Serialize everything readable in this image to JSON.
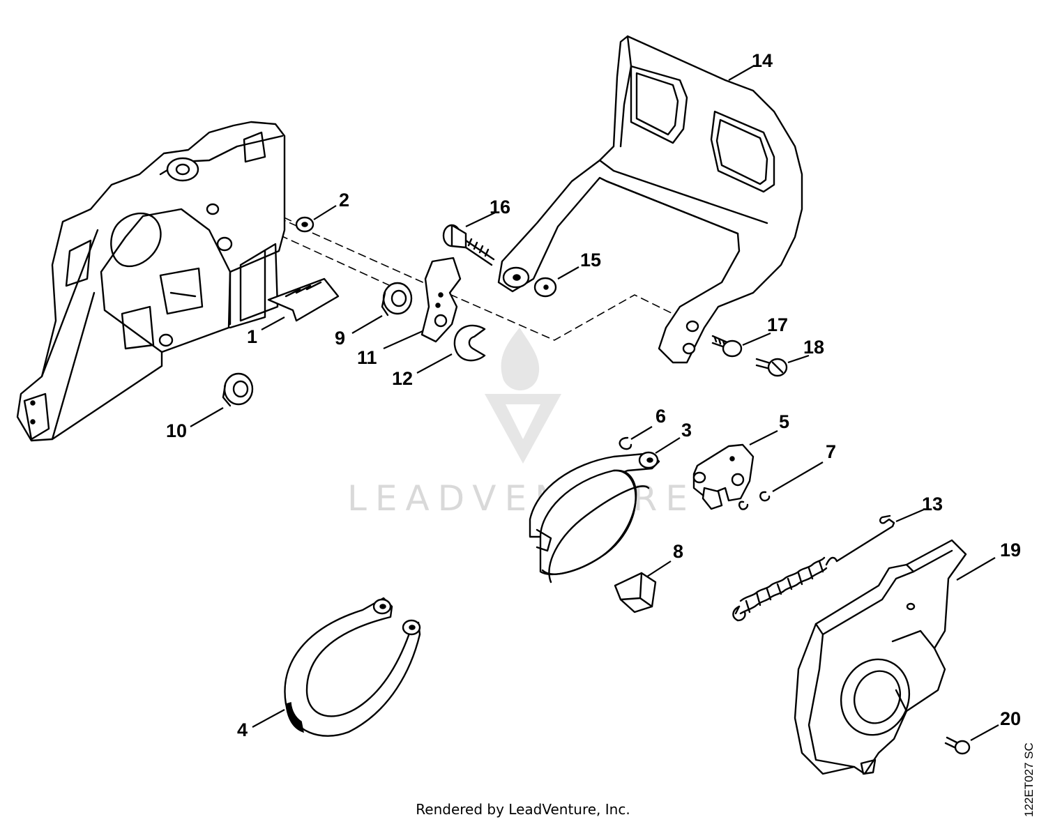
{
  "diagram": {
    "callouts": [
      {
        "id": "1",
        "label": "1"
      },
      {
        "id": "2",
        "label": "2"
      },
      {
        "id": "3",
        "label": "3"
      },
      {
        "id": "4",
        "label": "4"
      },
      {
        "id": "5",
        "label": "5"
      },
      {
        "id": "6",
        "label": "6"
      },
      {
        "id": "7",
        "label": "7"
      },
      {
        "id": "8",
        "label": "8"
      },
      {
        "id": "9",
        "label": "9"
      },
      {
        "id": "10",
        "label": "10"
      },
      {
        "id": "11",
        "label": "11"
      },
      {
        "id": "12",
        "label": "12"
      },
      {
        "id": "13",
        "label": "13"
      },
      {
        "id": "14",
        "label": "14"
      },
      {
        "id": "15",
        "label": "15"
      },
      {
        "id": "16",
        "label": "16"
      },
      {
        "id": "17",
        "label": "17"
      },
      {
        "id": "18",
        "label": "18"
      },
      {
        "id": "19",
        "label": "19"
      },
      {
        "id": "20",
        "label": "20"
      }
    ],
    "drawing_code": "122ET027 SC"
  },
  "watermark": {
    "brand": "LEADVENTURE"
  },
  "footer": {
    "text": "Rendered by LeadVenture, Inc."
  }
}
